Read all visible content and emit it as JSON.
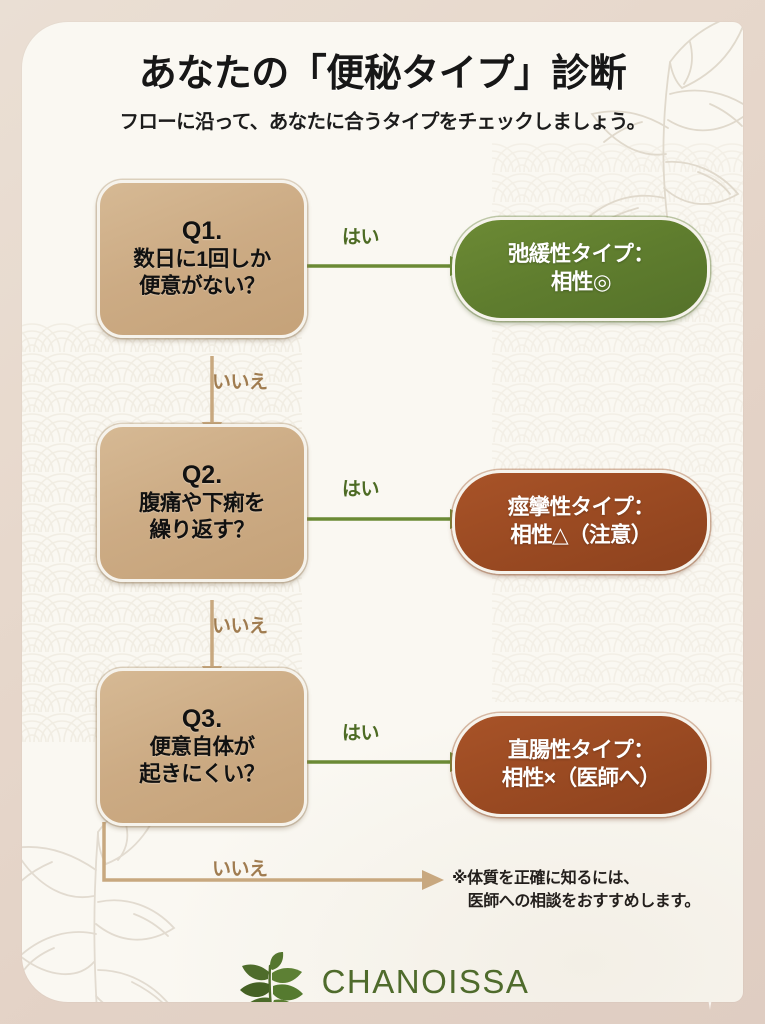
{
  "header": {
    "title": "あなたの「便秘タイプ」診断",
    "subtitle": "フローに沿って、あなたに合うタイプをチェックしましょう。"
  },
  "flow": {
    "questions": [
      {
        "id": "q1",
        "number": "Q1.",
        "text": "数日に1回しか\n便意がない？"
      },
      {
        "id": "q2",
        "number": "Q2.",
        "text": "腹痛や下痢を\n繰り返す？"
      },
      {
        "id": "q3",
        "number": "Q3.",
        "text": "便意自体が\n起きにくい？"
      }
    ],
    "answers": [
      {
        "id": "a1",
        "text": "弛緩性タイプ：\n相性◎",
        "color": "#5f7d2e",
        "tone": "green"
      },
      {
        "id": "a2",
        "text": "痙攣性タイプ：\n相性△（注意）",
        "color": "#9a4a22",
        "tone": "brown"
      },
      {
        "id": "a3",
        "text": "直腸性タイプ：\n相性×（医師へ）",
        "color": "#9a4a22",
        "tone": "brown"
      }
    ],
    "edges": {
      "yes": "はい",
      "no": "いいえ"
    }
  },
  "footnote": "※体質を正確に知るには、\n　医師への相談をおすすめします。",
  "brand": {
    "name": "CHANOISSA",
    "mark": "tea-leaf-sprig-icon",
    "color": "#4f6b2c"
  },
  "decor": {
    "card_background": "#faf8f2",
    "page_background": "#e6d9ce",
    "box_color": "#ccab84",
    "wave_pattern": "seigaiha",
    "leaf_watermark": "tea-branch-line-art",
    "sparkle": "four-point-sparkle"
  }
}
